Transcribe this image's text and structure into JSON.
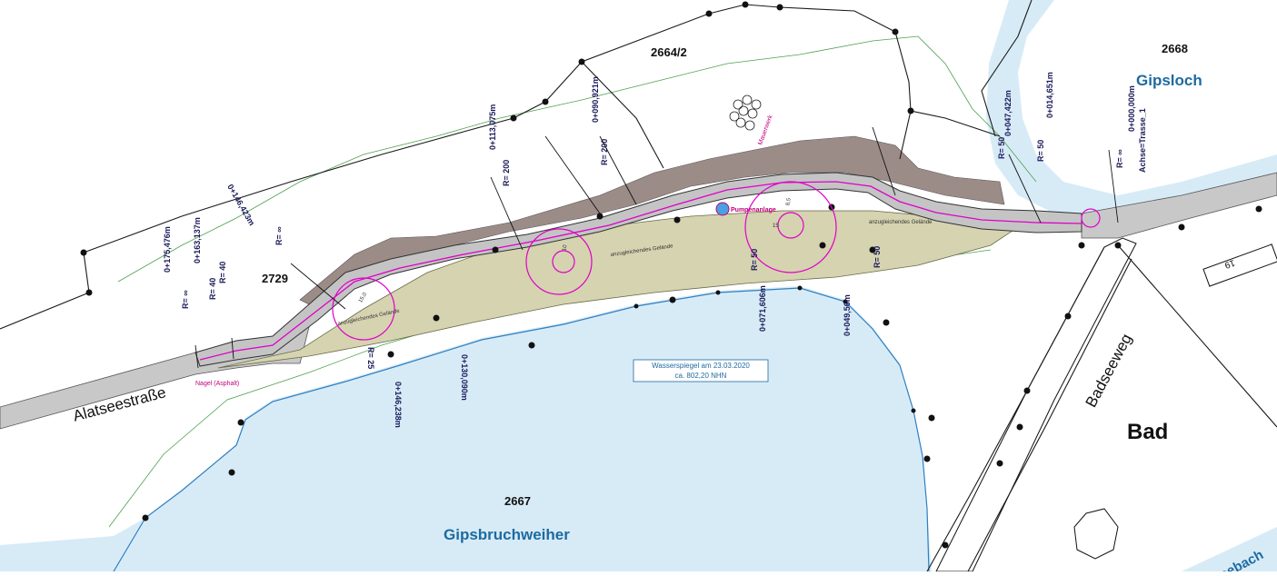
{
  "colors": {
    "water": "#d7ebf7",
    "water_line": "#2f7fc0",
    "road": "#c8c8c8",
    "path_fill": "#d5d3b0",
    "slope": "#9c8c88",
    "vegetation": "#4fa04f",
    "magenta": "#e000c8",
    "parcel_line": "#1a1a1a",
    "place_blue": "#1e6aa0"
  },
  "parcels": [
    "2664/2",
    "2668",
    "2729",
    "2667"
  ],
  "places": {
    "gipsloch": "Gipsloch",
    "gipsbruchweiher": "Gipsbruchweiher",
    "bad": "Bad",
    "bach": "eebach"
  },
  "roads": {
    "alatseestrasse": "Alatseestraße",
    "badseeweg": "Badseeweg"
  },
  "house_number": "19",
  "water_level": {
    "line1": "Wasserspiegel am 23.03.2020",
    "line2": "ca. 802,20 NHN"
  },
  "stations": [
    "0+175,476m",
    "0+163,137m",
    "0+146,423m",
    "0+113,075m",
    "0+090,921m",
    "0+047,422m",
    "0+014,651m",
    "0+000,000m",
    "0+071,606m",
    "0+049,56m",
    "0+130,090m",
    "0+146,238m"
  ],
  "radii": [
    "R= ∞",
    "R= 40",
    "R= 40",
    "R= 200",
    "R= 200",
    "R= 50",
    "R= 50",
    "R= ∞",
    "R= 50",
    "R= 50",
    "R= ∞",
    "R= 25"
  ],
  "axis_label": "Achse=Trasse_1",
  "feature_labels": {
    "pump": "Pumpenanlage",
    "terrain_1": "anzugleichendes Gelände",
    "terrain_2": "anzugleichendes Gelände",
    "terrain_3": "anzugleichendes Gelände",
    "retaining": "Mauerwerk",
    "asphalt": "Nagel (Asphalt)"
  },
  "dim_labels": [
    "8,5",
    "10",
    "15",
    "15,0"
  ]
}
